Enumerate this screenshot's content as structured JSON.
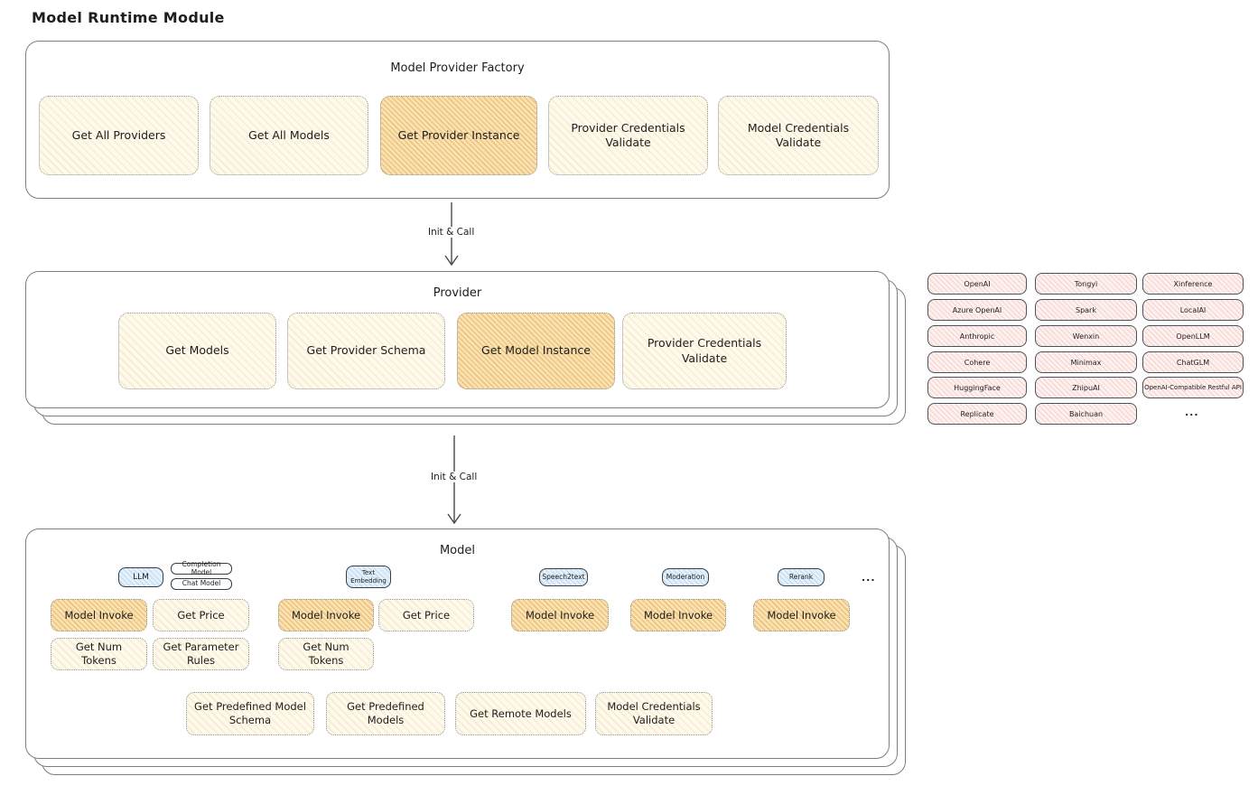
{
  "title": "Model Runtime Module",
  "colors": {
    "highlight_orange": "#f3c873",
    "card_yellow": "#fdf9ec",
    "tag_blue": "#e4f0fa",
    "provider_pink": "#fdf1f0",
    "panel_border": "#7e7e7e"
  },
  "arrows": {
    "a1": "Init & Call",
    "a2": "Init & Call"
  },
  "factory": {
    "title": "Model Provider Factory",
    "buttons": [
      {
        "label": "Get All Providers",
        "highlight": false
      },
      {
        "label": "Get All Models",
        "highlight": false
      },
      {
        "label": "Get Provider Instance",
        "highlight": true
      },
      {
        "label": "Provider Credentials Validate",
        "highlight": false
      },
      {
        "label": "Model Credentials Validate",
        "highlight": false
      }
    ]
  },
  "provider": {
    "title": "Provider",
    "buttons": [
      {
        "label": "Get Models",
        "highlight": false
      },
      {
        "label": "Get Provider Schema",
        "highlight": false
      },
      {
        "label": "Get Model Instance",
        "highlight": true
      },
      {
        "label": "Provider Credentials Validate",
        "highlight": false
      }
    ]
  },
  "providers_list": {
    "rows": [
      [
        "OpenAI",
        "Tongyi",
        "Xinference"
      ],
      [
        "Azure OpenAI",
        "Spark",
        "LocalAI"
      ],
      [
        "Anthropic",
        "Wenxin",
        "OpenLLM"
      ],
      [
        "Cohere",
        "Minimax",
        "ChatGLM"
      ],
      [
        "HuggingFace",
        "ZhipuAI",
        "OpenAI-Compatible Restful API"
      ],
      [
        "Replicate",
        "Baichuan"
      ]
    ],
    "more": "..."
  },
  "model": {
    "title": "Model",
    "tag_llm": "LLM",
    "tag_completion": "Completion Model",
    "tag_chat": "Chat Model",
    "tag_text_embedding": "Text Embedding",
    "tag_speech2text": "Speech2text",
    "tag_moderation": "Moderation",
    "tag_rerank": "Rerank",
    "tags_more": "...",
    "btn_model_invoke": "Model Invoke",
    "btn_get_price": "Get Price",
    "btn_get_num_tokens": "Get Num Tokens",
    "btn_get_parameter_rules": "Get Parameter Rules",
    "bottom_buttons": [
      "Get Predefined Model Schema",
      "Get Predefined Models",
      "Get Remote Models",
      "Model Credentials Validate"
    ]
  }
}
